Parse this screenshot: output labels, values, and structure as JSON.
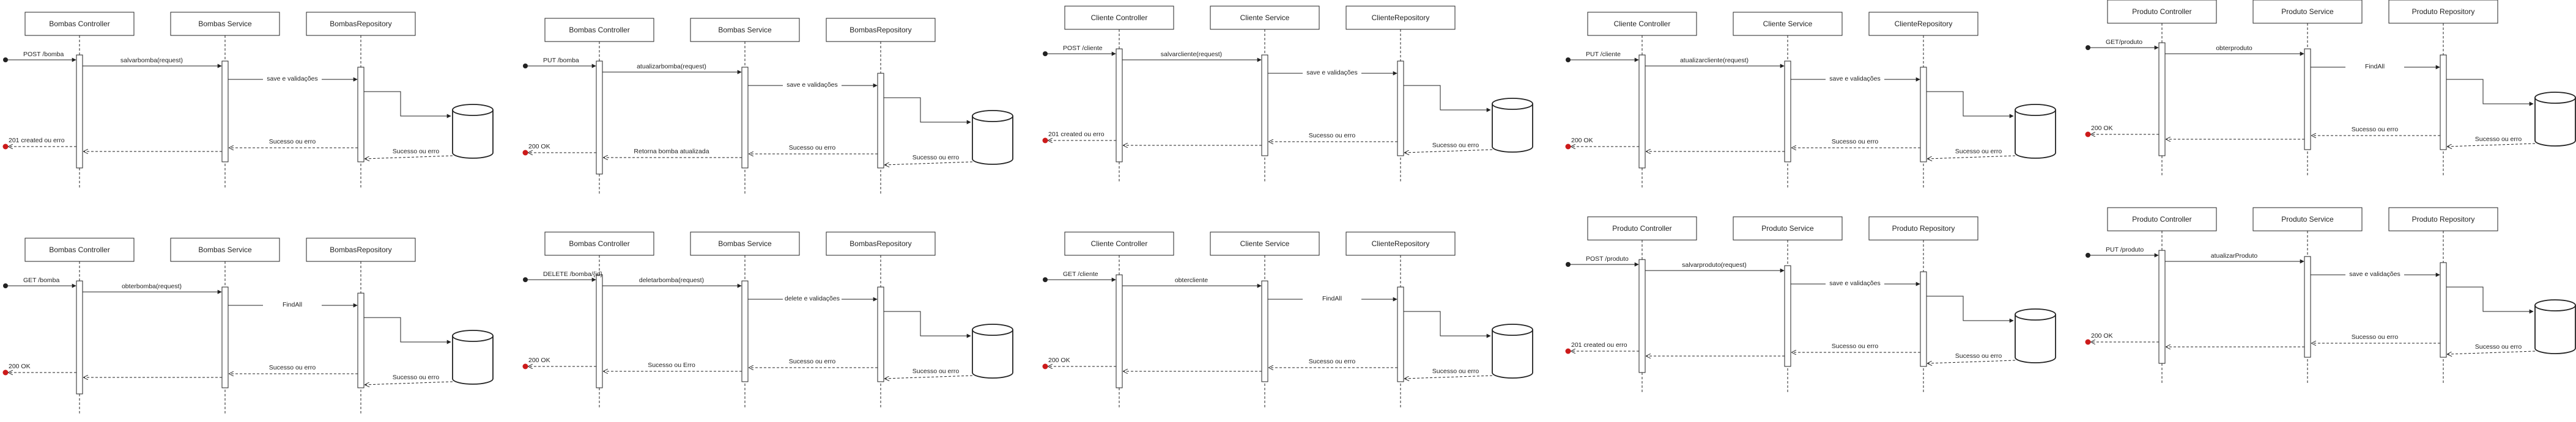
{
  "diagrams": [
    {
      "actors": [
        "Bombas Controller",
        "Bombas Service",
        "BombasRepository"
      ],
      "request": "POST /bomba",
      "controller_call": "salvarbomba(request)",
      "service_call": "save e validações",
      "reply_db": "Sucesso ou erro",
      "reply_service": "Sucesso ou erro",
      "reply_controller": "",
      "reply_client": "201 created ou erro"
    },
    {
      "actors": [
        "Bombas Controller",
        "Bombas Service",
        "BombasRepository"
      ],
      "request": "PUT /bomba",
      "controller_call": "atualizarbomba(request)",
      "service_call": "save e validações",
      "reply_db": "Sucesso ou erro",
      "reply_service": "Sucesso ou erro",
      "reply_controller": "Retorna bomba atualizada",
      "reply_client": "200 OK"
    },
    {
      "actors": [
        "Cliente Controller",
        "Cliente Service",
        "ClienteRepository"
      ],
      "request": "POST /cliente",
      "controller_call": "salvarcliente(request)",
      "service_call": "save e validações",
      "reply_db": "Sucesso ou erro",
      "reply_service": "Sucesso ou erro",
      "reply_controller": "",
      "reply_client": "201 created ou erro"
    },
    {
      "actors": [
        "Cliente Controller",
        "Cliente Service",
        "ClienteRepository"
      ],
      "request": "PUT /cliente",
      "controller_call": "atualizarcliente(request)",
      "service_call": "save e validações",
      "reply_db": "Sucesso ou erro",
      "reply_service": "Sucesso ou erro",
      "reply_controller": "",
      "reply_client": "200 OK"
    },
    {
      "actors": [
        "Produto Controller",
        "Produto Service",
        "Produto Repository"
      ],
      "request": "GET/produto",
      "controller_call": "obterproduto",
      "service_call": "FindAll",
      "reply_db": "Sucesso ou erro",
      "reply_service": "Sucesso ou erro",
      "reply_controller": "",
      "reply_client": "200 OK"
    },
    {
      "actors": [
        "Bombas Controller",
        "Bombas Service",
        "BombasRepository"
      ],
      "request": "GET /bomba",
      "controller_call": "obterbomba(request)",
      "service_call": "FindAll",
      "reply_db": "Sucesso ou erro",
      "reply_service": "Sucesso ou erro",
      "reply_controller": "",
      "reply_client": "200 OK"
    },
    {
      "actors": [
        "Bombas Controller",
        "Bombas Service",
        "BombasRepository"
      ],
      "request": "DELETE /bomba/{id}",
      "controller_call": "deletarbomba(request)",
      "service_call": "delete e validações",
      "reply_db": "Sucesso ou erro",
      "reply_service": "Sucesso ou erro",
      "reply_controller": "Sucesso ou Erro",
      "reply_client": "200 OK"
    },
    {
      "actors": [
        "Cliente Controller",
        "Cliente Service",
        "ClienteRepository"
      ],
      "request": "GET /cliente",
      "controller_call": "obtercliente",
      "service_call": "FindAll",
      "reply_db": "Sucesso ou erro",
      "reply_service": "Sucesso ou erro",
      "reply_controller": "",
      "reply_client": "200 OK"
    },
    {
      "actors": [
        "Produto Controller",
        "Produto Service",
        "Produto Repository"
      ],
      "request": "POST /produto",
      "controller_call": "salvarproduto(request)",
      "service_call": "save e validações",
      "reply_db": "Sucesso ou erro",
      "reply_service": "Sucesso ou erro",
      "reply_controller": "",
      "reply_client": "201 created ou erro"
    },
    {
      "actors": [
        "Produto Controller",
        "Produto Service",
        "Produto Repository"
      ],
      "request": "PUT /produto",
      "controller_call": "atualizarProduto",
      "service_call": "save e validações",
      "reply_db": "Sucesso ou erro",
      "reply_service": "Sucesso ou erro",
      "reply_controller": "",
      "reply_client": "200 OK"
    }
  ],
  "colors": {
    "line": "#222222",
    "box_fill": "#ffffff",
    "client_endpoint": "#cc1a1a"
  }
}
